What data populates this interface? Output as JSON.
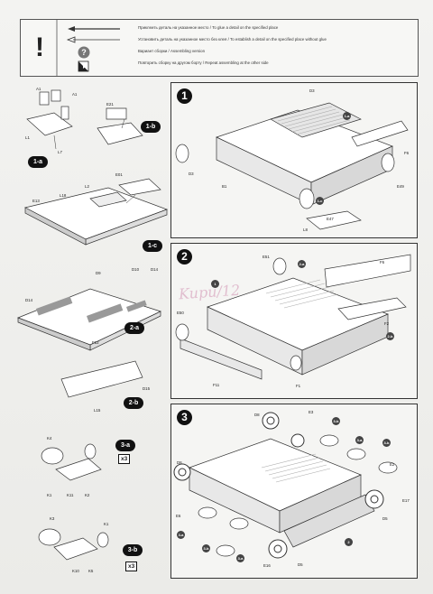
{
  "legend": {
    "rows": [
      "Приклеить деталь на указанное место / To glue a detail on the specified place",
      "Установить деталь на указанное место без клея / To establish a detail on the specified place without glue",
      "Вариант сборки / Assembling version",
      "Повторить сборку на другом борту / Repeat assembling at the other side"
    ],
    "icons": [
      "exclamation-icon",
      "glue-arrow-icon",
      "no-glue-arrow-icon",
      "question-icon",
      "mirror-icon"
    ]
  },
  "watermark": "Kupu/12",
  "steps": [
    {
      "number": "1"
    },
    {
      "number": "2"
    },
    {
      "number": "3"
    }
  ],
  "sub_steps": {
    "1a": "1-a",
    "1b": "1-b",
    "1c": "1-c",
    "2a": "2-a",
    "2b": "2-b",
    "3a": "3-a",
    "3b": "3-b"
  },
  "multipliers": {
    "3a": "x3",
    "3b": "x3"
  },
  "labels": {
    "left": [
      "A1",
      "A1",
      "L1",
      "L7",
      "E21",
      "E01",
      "L2",
      "L18",
      "E13",
      "D9",
      "D10",
      "D14",
      "D14",
      "F12",
      "D15",
      "L15",
      "K4",
      "K1",
      "K11",
      "K2",
      "K3",
      "K1",
      "K10",
      "K5"
    ],
    "step1": [
      "D3",
      "F6",
      "D3",
      "B1",
      "E47",
      "E49",
      "L8"
    ],
    "step2": [
      "E51",
      "F6",
      "E50",
      "F2",
      "F11",
      "F1"
    ],
    "step3": [
      "D8",
      "E3",
      "D8",
      "E6",
      "E17",
      "D5",
      "E16",
      "D5",
      "E2"
    ]
  },
  "refs": {
    "step1": [
      "1-a",
      "1-c"
    ],
    "step2": [
      "1",
      "2-a",
      "2-b"
    ],
    "step3": [
      "3-b",
      "3-a",
      "3-b",
      "3-a",
      "3-b",
      "3-a",
      "2"
    ]
  }
}
